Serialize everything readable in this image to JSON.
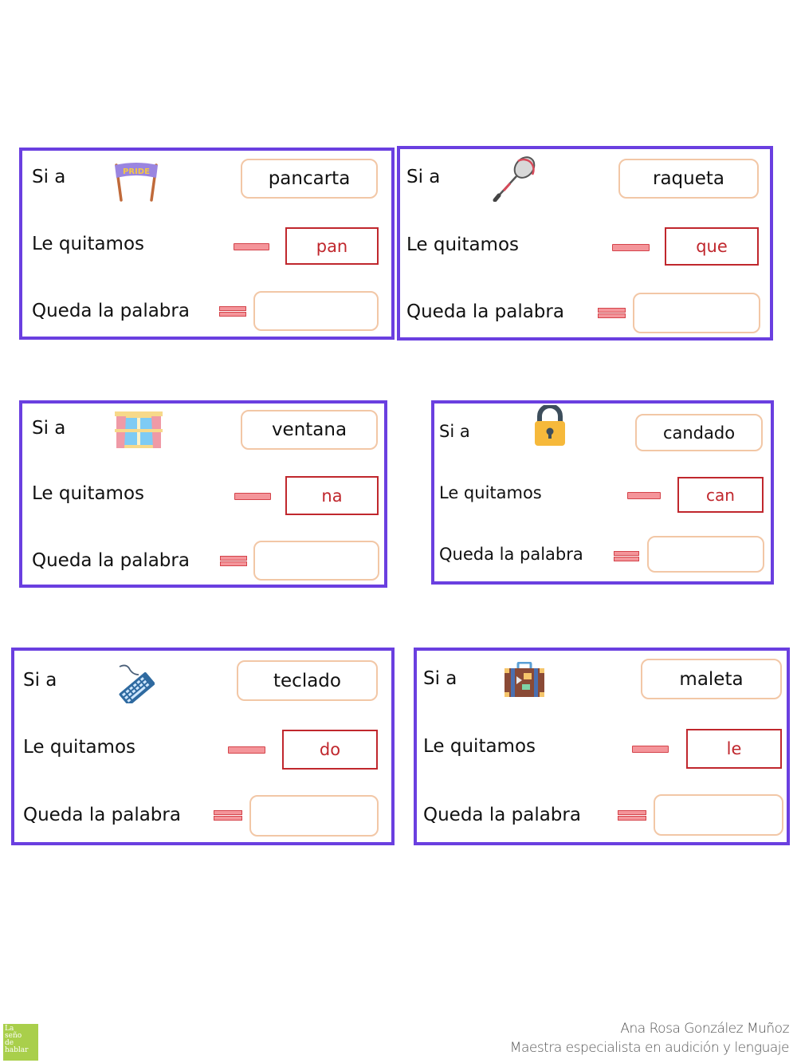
{
  "theme": {
    "card_border": "#6a3fe0",
    "word_border": "#f2c7a6",
    "syllable_color": "#c0272d",
    "operator_fill": "#f4959a",
    "operator_stroke": "#d4434a"
  },
  "labels": {
    "if": "Si a",
    "remove": "Le quitamos",
    "remains": "Queda la palabra"
  },
  "cards": [
    {
      "picture": "pride-banner-icon",
      "word": "pancarta",
      "syllable": "pan",
      "answer": ""
    },
    {
      "picture": "badminton-racket-icon",
      "word": "raqueta",
      "syllable": "que",
      "answer": ""
    },
    {
      "picture": "window-icon",
      "word": "ventana",
      "syllable": "na",
      "answer": ""
    },
    {
      "picture": "padlock-icon",
      "word": "candado",
      "syllable": "can",
      "answer": ""
    },
    {
      "picture": "keyboard-icon",
      "word": "teclado",
      "syllable": "do",
      "answer": ""
    },
    {
      "picture": "suitcase-icon",
      "word": "maleta",
      "syllable": "le",
      "answer": ""
    }
  ],
  "banner_text": "PRIDE",
  "footer": {
    "logo_lines": [
      "La",
      "seño",
      "de",
      "hablar"
    ],
    "author": "Ana Rosa González Muñoz",
    "role": "Maestra especialista en audición y lenguaje"
  }
}
